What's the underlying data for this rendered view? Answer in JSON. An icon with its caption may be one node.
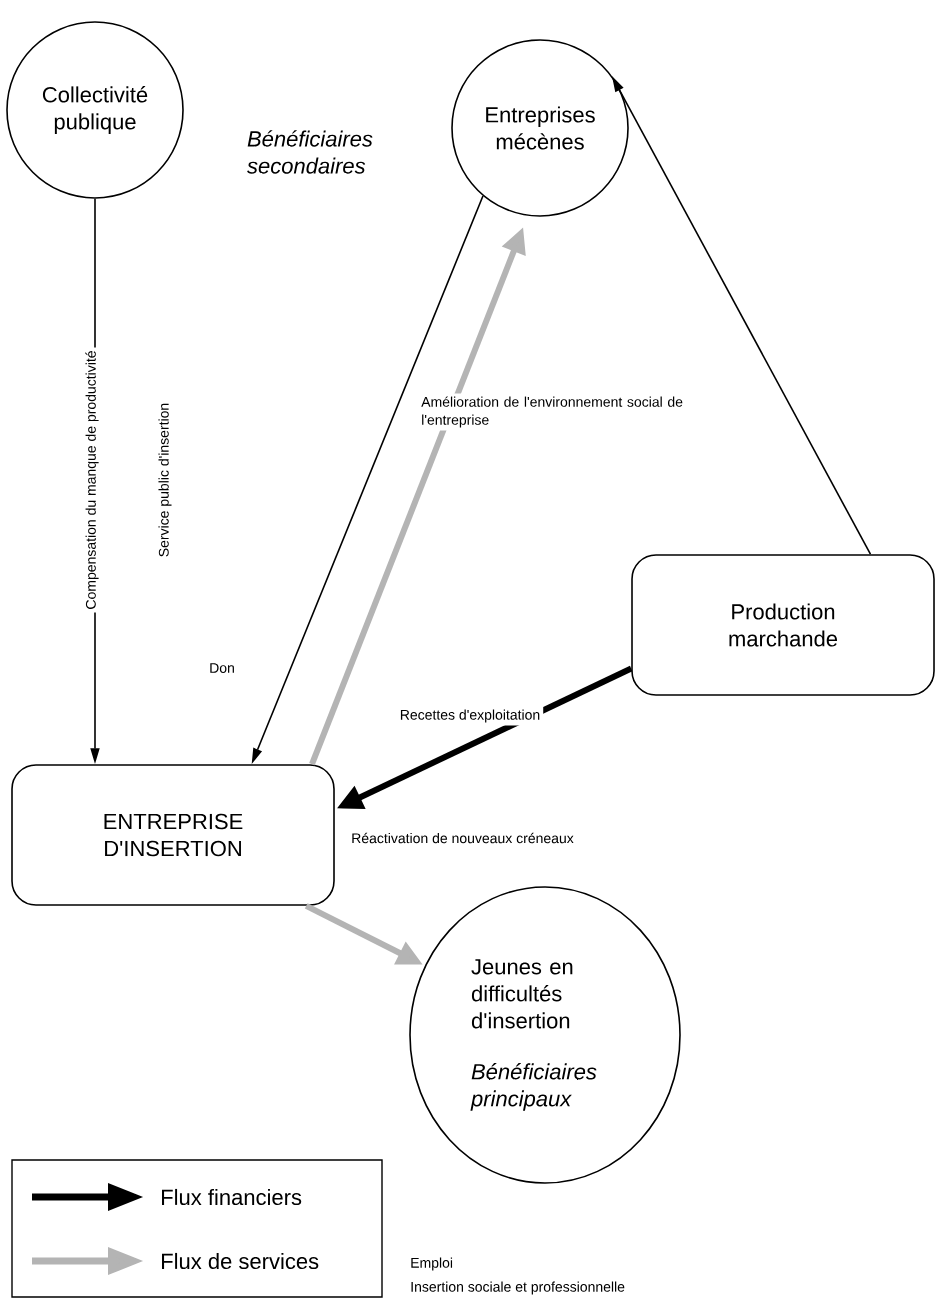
{
  "diagram": {
    "nodes": [
      {
        "text": [
          "Collectivité publique"
        ]
      },
      {
        "text": [
          "Entreprises mécènes"
        ]
      },
      {
        "text": [
          "Production marchande"
        ]
      },
      {
        "text": [
          "ENTREPRISE D'INSERTION"
        ]
      },
      {
        "text": [
          "Jeunes en difficultés d'insertion",
          "Bénéficiaires principaux"
        ],
        "beside": [
          "Emploi",
          "Insertion sociale et professionnelle"
        ]
      }
    ],
    "edges": [
      {
        "from": 0,
        "to": 3,
        "arrow": "to",
        "label": "Compensation du manque de productivité"
      },
      {
        "from": 1,
        "to": 3,
        "arrow": "to",
        "label": "Don"
      },
      {
        "from": 3,
        "to": 1,
        "arrow": "to",
        "style": "thick",
        "color": "#b4b4b4",
        "label": "Amélioration de l'environnement social de l'entreprise"
      },
      {
        "from": 2,
        "to": 1,
        "arrow": "to"
      },
      {
        "from": 2,
        "to": 3,
        "arrow": "to",
        "style": "thick",
        "label": "Recettes d'exploitation"
      },
      {
        "from": 3,
        "to": 4,
        "arrow": "to",
        "style": "thick",
        "color": "#b4b4b4"
      }
    ],
    "labels": [
      "Bénéficiaires secondaires",
      "Service public d'insertion",
      "Réactivation de nouveaux créneaux"
    ],
    "legend": [
      {
        "text": "Flux financiers",
        "color": "#000000"
      },
      {
        "text": "Flux de services",
        "color": "#b4b4b4"
      }
    ]
  }
}
